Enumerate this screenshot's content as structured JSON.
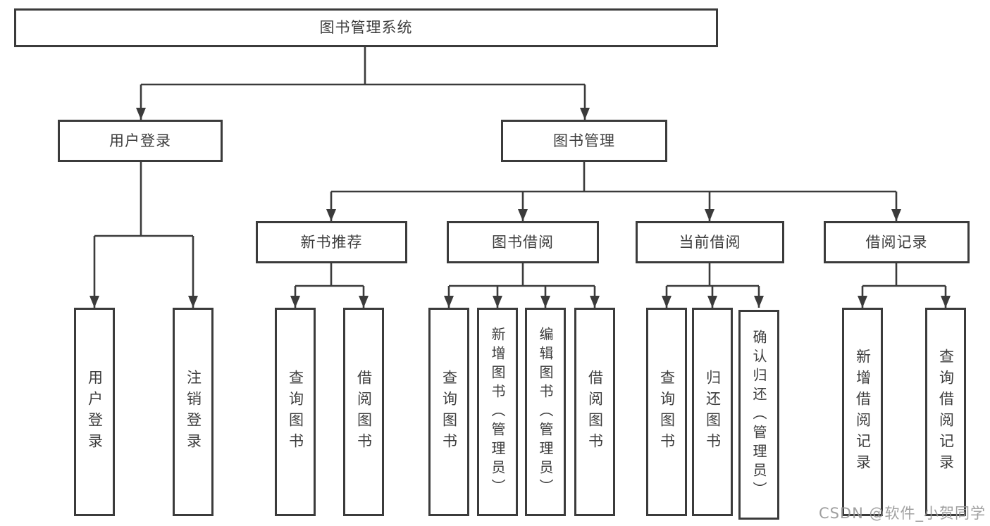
{
  "diagram_title": "图书管理系统",
  "tree": {
    "root": "图书管理系统",
    "branches": [
      {
        "label": "用户登录",
        "leaves": [
          "用户登录",
          "注销登录"
        ]
      },
      {
        "label": "图书管理",
        "groups": [
          {
            "label": "新书推荐",
            "leaves": [
              "查询图书",
              "借阅图书"
            ]
          },
          {
            "label": "图书借阅",
            "leaves": [
              "查询图书",
              "新增图书（管理员）",
              "编辑图书（管理员）",
              "借阅图书"
            ]
          },
          {
            "label": "当前借阅",
            "leaves": [
              "查询图书",
              "归还图书",
              "确认归还（管理员）"
            ]
          },
          {
            "label": "借阅记录",
            "leaves": [
              "新增借阅记录",
              "查询借阅记录"
            ]
          }
        ]
      }
    ]
  },
  "watermark": "CSDN @软件_小贺同学",
  "colors": {
    "line": "#3b3b3b",
    "text": "#3d3d3d",
    "background": "#ffffff",
    "watermark": "#969696"
  }
}
